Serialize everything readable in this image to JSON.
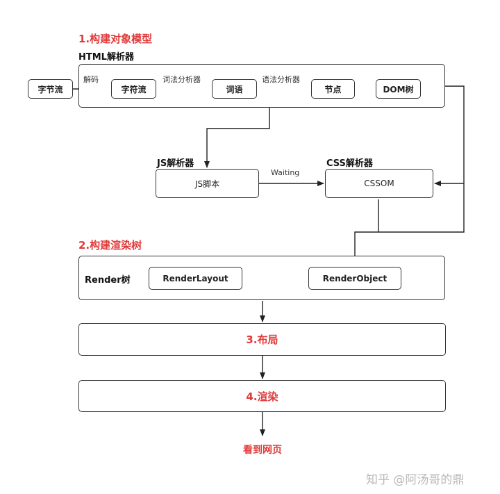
{
  "stages": {
    "s1": "1.构建对象模型",
    "s2": "2.构建渲染树",
    "s3": "3.布局",
    "s4": "4.渲染"
  },
  "groups": {
    "html_parser": "HTML解析器",
    "js_parser": "JS解析器",
    "css_parser": "CSS解析器",
    "render_tree": "Render树"
  },
  "nodes": {
    "byte_stream": "字节流",
    "char_stream": "字符流",
    "tokens": "词语",
    "dom_nodes": "节点",
    "dom_tree": "DOM树",
    "js_script": "JS脚本",
    "cssom": "CSSOM",
    "render_layout": "RenderLayout",
    "render_object": "RenderObject"
  },
  "edges": {
    "decode": "解码",
    "lexer": "词法分析器",
    "syntax": "语法分析器",
    "waiting": "Waiting"
  },
  "result": "看到网页",
  "watermark": "知乎 @阿汤哥的鼎"
}
